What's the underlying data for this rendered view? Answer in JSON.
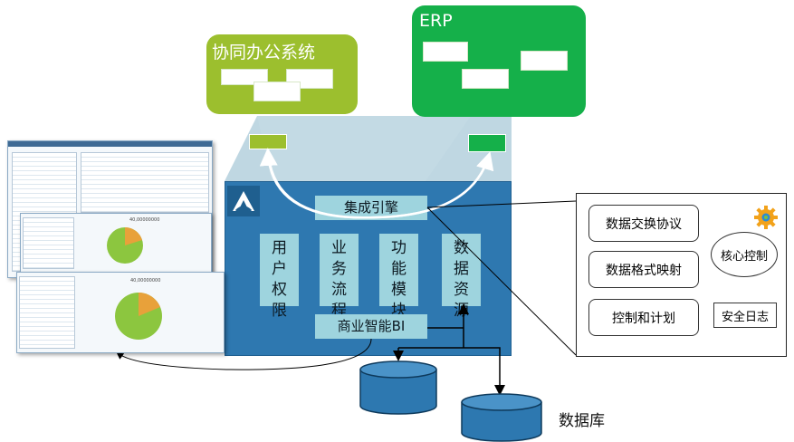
{
  "systems": {
    "oa": {
      "title": "协同办公系统",
      "color": "#9cbf2e"
    },
    "erp": {
      "title": "ERP",
      "color": "#15b04a"
    }
  },
  "platform": {
    "logo_icon": "platform-logo-icon",
    "engine": "集成引擎",
    "modules": [
      "用户权限",
      "业务流程",
      "功能模块",
      "数据资源"
    ],
    "bi": "商业智能BI",
    "color": "#2e78b0",
    "box_color": "#9ed4de"
  },
  "detail_panel": {
    "items": [
      "数据交换协议",
      "数据格式映射",
      "控制和计划"
    ],
    "core": "核心控制",
    "log": "安全日志",
    "gear_icon": "gear-icon"
  },
  "database": {
    "label": "数据库",
    "color": "#2d78b0"
  },
  "screenshots": {
    "value_label": "40,00000000",
    "window_title": "Stock Management"
  }
}
